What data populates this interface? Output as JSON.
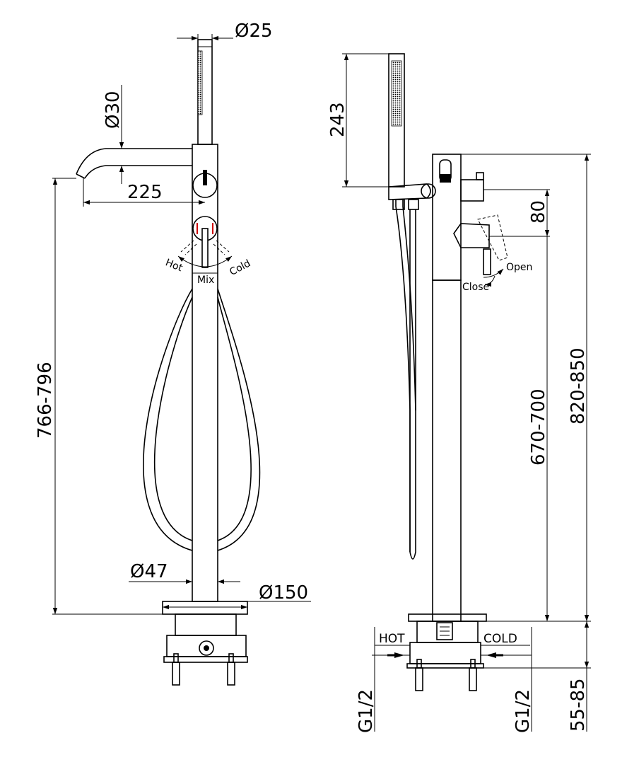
{
  "front_view": {
    "dim_top_diameter": "Ø25",
    "dim_spout_diameter": "Ø30",
    "dim_spout_reach": "225",
    "dim_total_height": "766-796",
    "dim_column_diameter": "Ø47",
    "dim_base_diameter": "Ø150",
    "label_hot": "Hot",
    "label_mix": "Mix",
    "label_cold": "Cold"
  },
  "side_view": {
    "dim_handshower_height": "243",
    "dim_spacing": "80",
    "dim_lever_height": "670-700",
    "dim_total_height": "820-850",
    "dim_floor_depth": "55-85",
    "label_open": "Open",
    "label_close": "Close",
    "label_hot_inlet": "HOT",
    "label_cold_inlet": "COLD",
    "thread_left": "G1/2",
    "thread_right": "G1/2"
  },
  "colors": {
    "line": "#000000",
    "background": "#ffffff",
    "indicator": "#cc0000"
  }
}
